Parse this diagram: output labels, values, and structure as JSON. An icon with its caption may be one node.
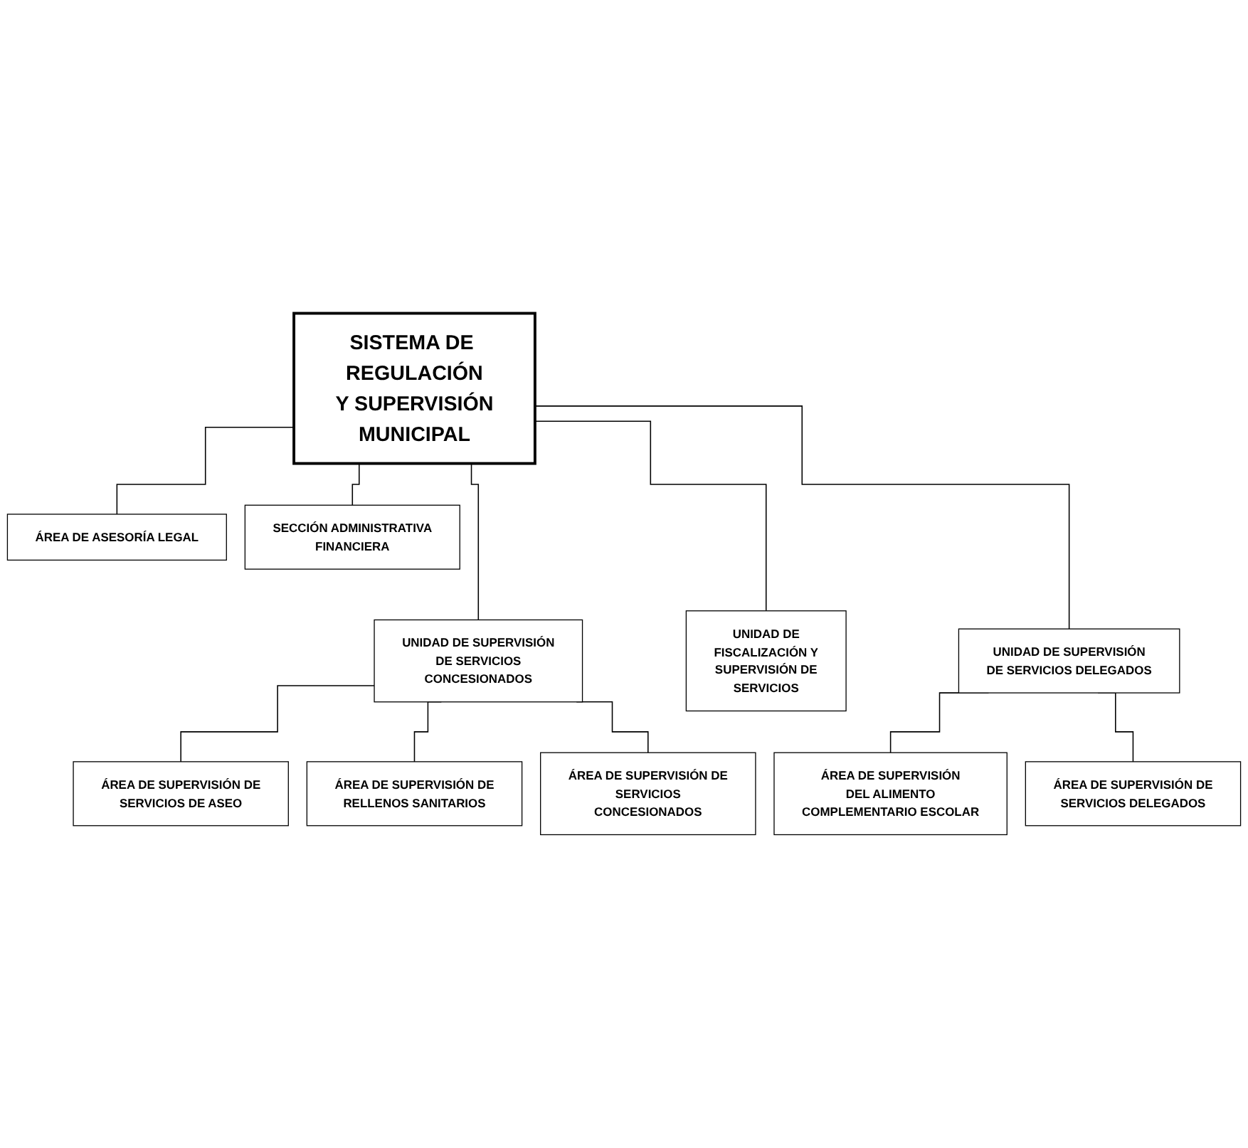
{
  "diagram": {
    "nodes": [
      {
        "text": [
          "SISTEMA DE REGULACIÓN Y SUPERVISIÓN MUNICIPAL"
        ]
      },
      {
        "text": [
          "ÁREA DE ASESORÍA LEGAL"
        ]
      },
      {
        "text": [
          "SECCIÓN ADMINISTRATIVA FINANCIERA"
        ]
      },
      {
        "text": [
          "UNIDAD DE SUPERVISIÓN DE SERVICIOS CONCESIONADOS"
        ]
      },
      {
        "text": [
          "UNIDAD DE FISCALIZACIÓN Y SUPERVISIÓN DE SERVICIOS"
        ]
      },
      {
        "text": [
          "UNIDAD DE SUPERVISIÓN DE SERVICIOS DELEGADOS"
        ]
      },
      {
        "text": [
          "ÁREA DE SUPERVISIÓN DE SERVICIOS DE ASEO"
        ]
      },
      {
        "text": [
          "ÁREA DE SUPERVISIÓN DE RELLENOS SANITARIOS"
        ]
      },
      {
        "text": [
          "ÁREA DE SUPERVISIÓN DE SERVICIOS CONCESIONADOS"
        ]
      },
      {
        "text": [
          "ÁREA DE SUPERVISIÓN DEL ALIMENTO COMPLEMENTARIO ESCOLAR"
        ]
      },
      {
        "text": [
          "ÁREA DE SUPERVISIÓN DE SERVICIOS DELEGADOS"
        ]
      }
    ],
    "edges": [
      {
        "from": 0,
        "to": 1,
        "arrow": "none"
      },
      {
        "from": 0,
        "to": 2,
        "arrow": "none"
      },
      {
        "from": 0,
        "to": 3,
        "arrow": "none"
      },
      {
        "from": 0,
        "to": 4,
        "arrow": "none"
      },
      {
        "from": 0,
        "to": 5,
        "arrow": "none"
      },
      {
        "from": 3,
        "to": 6,
        "arrow": "none"
      },
      {
        "from": 3,
        "to": 7,
        "arrow": "none"
      },
      {
        "from": 3,
        "to": 8,
        "arrow": "none"
      },
      {
        "from": 5,
        "to": 9,
        "arrow": "none"
      },
      {
        "from": 5,
        "to": 10,
        "arrow": "none"
      }
    ]
  }
}
